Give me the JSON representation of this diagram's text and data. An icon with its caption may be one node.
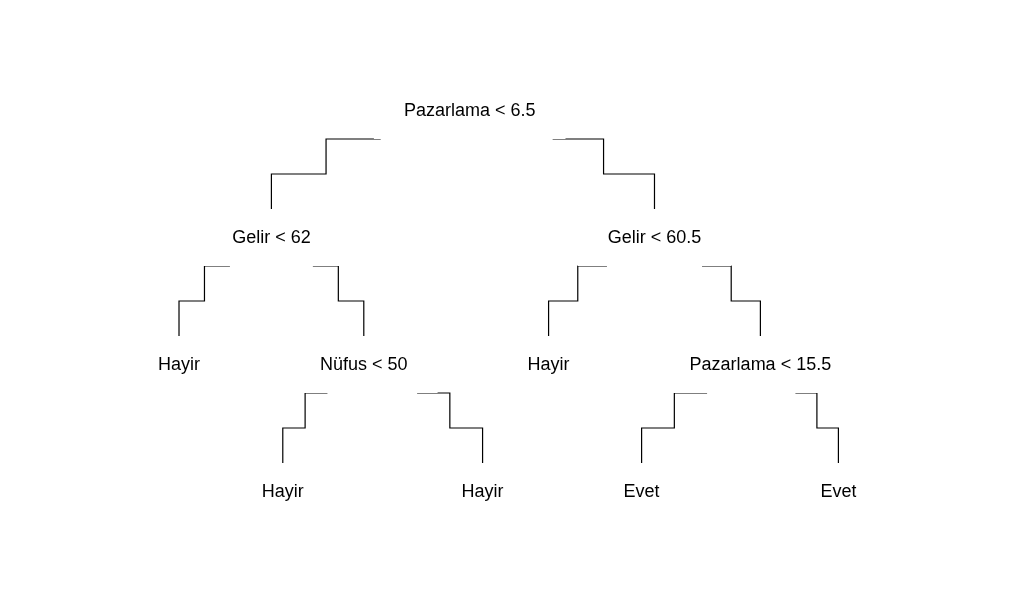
{
  "diagram": {
    "nodes": [
      {
        "text": [
          "Pazarlama < 6.5"
        ]
      },
      {
        "text": [
          "Gelir < 62"
        ]
      },
      {
        "text": [
          "Hayir"
        ]
      },
      {
        "text": [
          "Nüfus < 50"
        ]
      },
      {
        "text": [
          "Hayir"
        ]
      },
      {
        "text": [
          "Hayir"
        ]
      },
      {
        "text": [
          "Gelir < 60.5"
        ]
      },
      {
        "text": [
          "Hayir"
        ]
      },
      {
        "text": [
          "Pazarlama < 15.5"
        ]
      },
      {
        "text": [
          "Evet"
        ]
      },
      {
        "text": [
          "Evet"
        ]
      }
    ],
    "edges": [
      {
        "from": 0,
        "to": 1,
        "arrow": "none"
      },
      {
        "from": 0,
        "to": 6,
        "arrow": "none"
      },
      {
        "from": 1,
        "to": 2,
        "arrow": "none"
      },
      {
        "from": 1,
        "to": 3,
        "arrow": "none"
      },
      {
        "from": 3,
        "to": 4,
        "arrow": "none"
      },
      {
        "from": 3,
        "to": 5,
        "arrow": "none"
      },
      {
        "from": 6,
        "to": 7,
        "arrow": "none"
      },
      {
        "from": 6,
        "to": 8,
        "arrow": "none"
      },
      {
        "from": 8,
        "to": 9,
        "arrow": "none"
      },
      {
        "from": 8,
        "to": 10,
        "arrow": "none"
      }
    ]
  }
}
